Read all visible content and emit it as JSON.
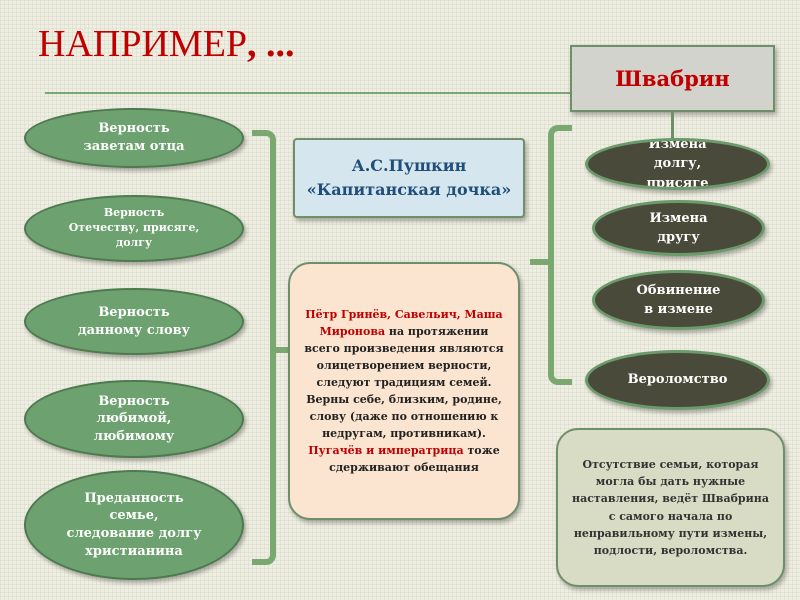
{
  "title": {
    "main": "НАПРИМЕР",
    "suffix": ", ..."
  },
  "left_items": [
    "Верность\nзаветам отца",
    "Верность\nОтечеству, присяге,\nдолгу",
    "Верность\nданному слову",
    "Верность\nлюбимой,\nлюбимому",
    "Преданность\nсемье,\nследование долгу\nхристианина"
  ],
  "center_title": {
    "author": "А.С.Пушкин",
    "work": "«Капитанская дочка»"
  },
  "center_text": {
    "red1": "Пётр Гринёв, Савельич, Маша Миронова",
    "text1": " на протяжении всего произведения являются олицетворением верности, следуют традициям семей. Верны себе, близким, родине, слову (даже по отношению к недругам, противникам). ",
    "red2": "Пугачёв и императрица",
    "text2": " тоже сдерживают обещания"
  },
  "antagonist": "Швабрин",
  "right_items": [
    "Измена\nдолгу,\nприсяге",
    "Измена\nдругу",
    "Обвинение\nв измене",
    "Вероломство"
  ],
  "right_note": "Отсутствие семьи, которая могла бы дать нужные наставления, ведёт Швабрина с самого начала по неправильному пути измены, подлости, вероломства."
}
